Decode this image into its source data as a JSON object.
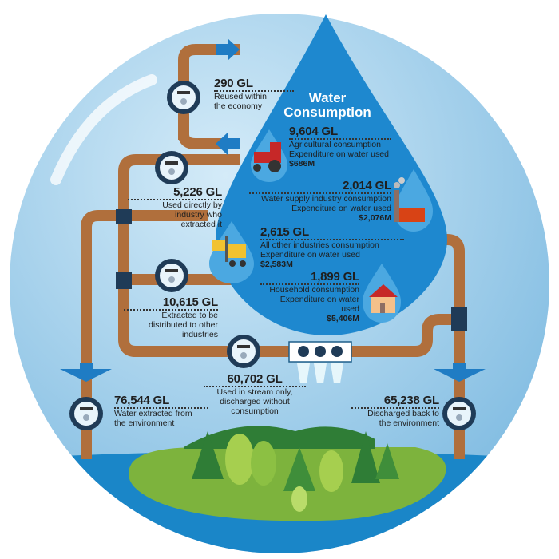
{
  "title": [
    "Water",
    "Consumption"
  ],
  "reuse": {
    "value": "290 GL",
    "desc": [
      "Reused within",
      "the economy"
    ]
  },
  "direct": {
    "value": "5,226 GL",
    "desc": [
      "Used directly by",
      "industry who",
      "extracted it"
    ]
  },
  "distributed": {
    "value": "10,615 GL",
    "desc": [
      "Extracted to be",
      "distributed to other",
      "industries"
    ]
  },
  "extracted": {
    "value": "76,544 GL",
    "desc": [
      "Water extracted from",
      "the environment"
    ]
  },
  "instream": {
    "value": "60,702 GL",
    "desc": [
      "Used in stream only,",
      "discharged without",
      "consumption"
    ]
  },
  "discharged": {
    "value": "65,238 GL",
    "desc": [
      "Discharged back to",
      "the environment"
    ]
  },
  "consumption": [
    {
      "value": "9,604 GL",
      "desc": [
        "Agricultural consumption",
        "Expenditure on water used"
      ],
      "expenditure": "$686M",
      "icon": "tractor-icon"
    },
    {
      "value": "2,014 GL",
      "desc": [
        "Water supply industry consumption",
        "Expenditure on water used"
      ],
      "expenditure": "$2,076M",
      "icon": "factory-icon"
    },
    {
      "value": "2,615 GL",
      "desc": [
        "All other industries consumption",
        "Expenditure on water used"
      ],
      "expenditure": "$2,583M",
      "icon": "forklift-icon"
    },
    {
      "value": "1,899 GL",
      "desc": [
        "Household consumption",
        "Expenditure on water used"
      ],
      "expenditure": "$5,406M",
      "icon": "house-icon"
    }
  ],
  "colors": {
    "sky": "#a9d4ee",
    "drop": "#1e88cf",
    "pipe": "#b06f3c",
    "arrow": "#1f7cc4",
    "grass": "#7db33d",
    "tree": "#2f7d36"
  }
}
